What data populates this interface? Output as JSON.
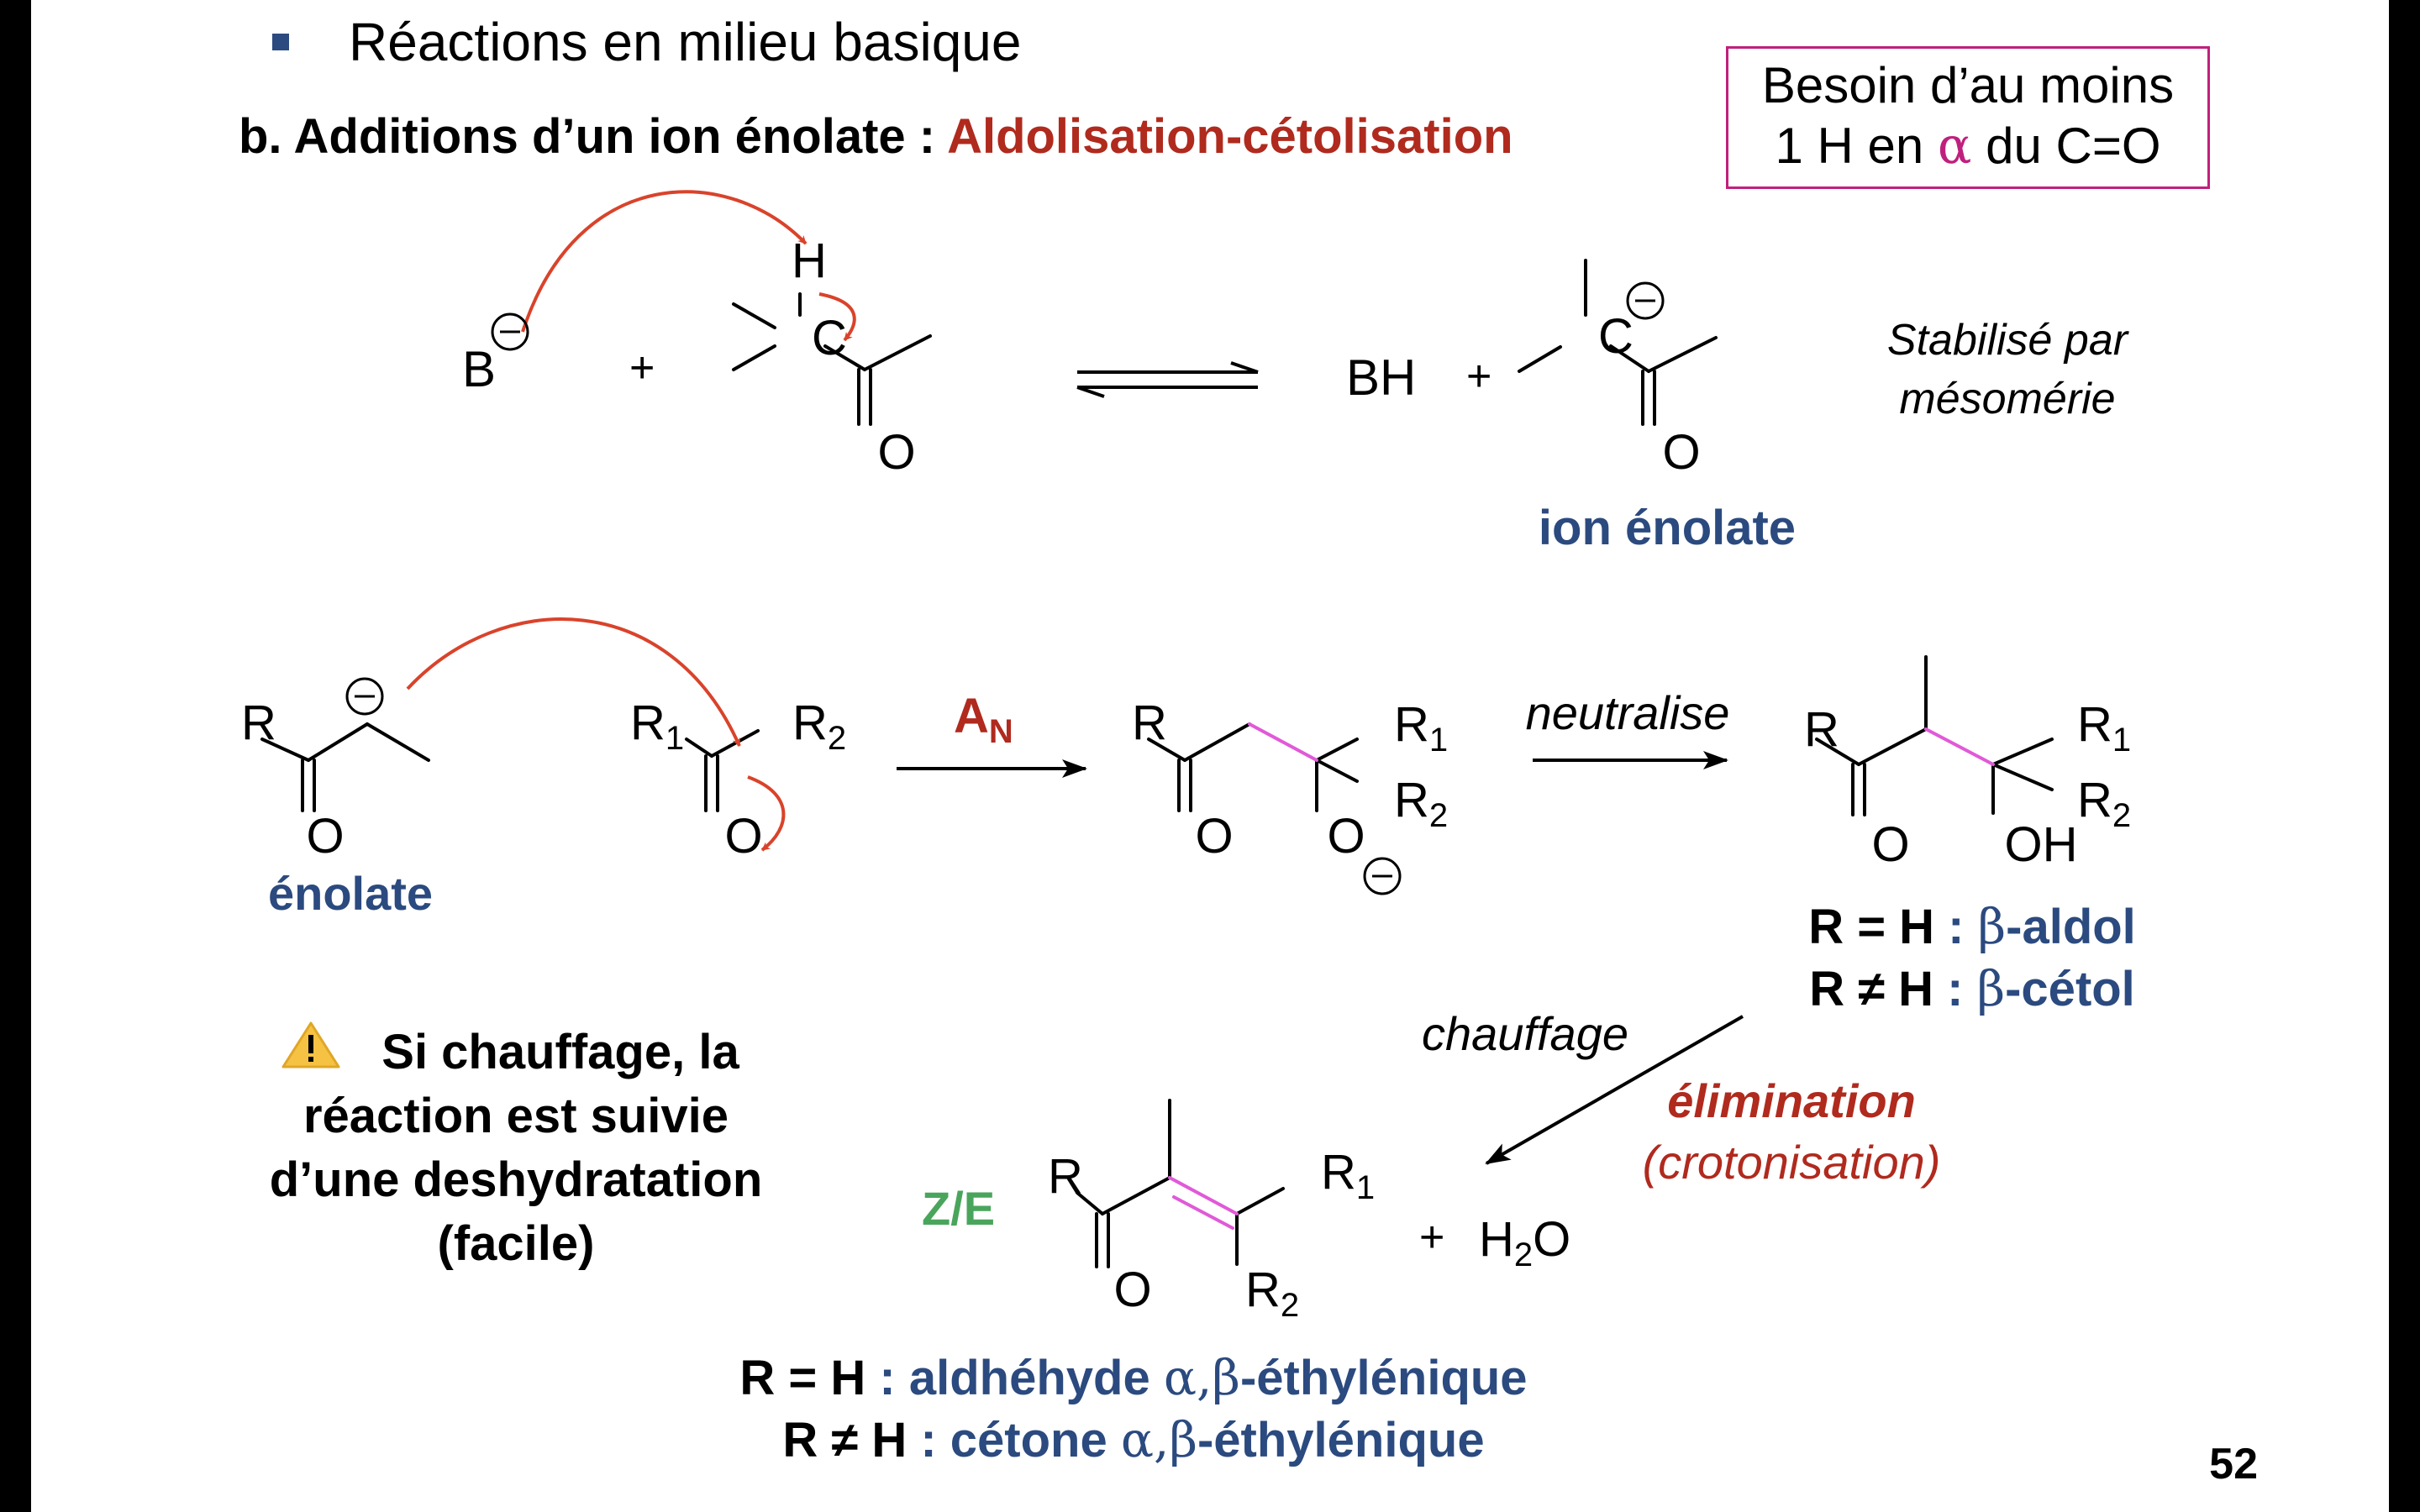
{
  "slide": {
    "bullet_title": "Réactions en milieu basique",
    "section_prefix": "b. Additions d’un ion énolate : ",
    "section_highlight": "Aldolisation-cétolisation",
    "box_line1": "Besoin d’au moins",
    "box_line2_a": "1 H en ",
    "box_line2_alpha": "α",
    "box_line2_b": " du C=O",
    "page_number": "52"
  },
  "reaction1": {
    "base": "B",
    "plus1": "+",
    "H": "H",
    "C": "C",
    "O": "O",
    "BH": "BH",
    "plus2": "+",
    "C2": "C",
    "O2": "O",
    "product_label": "ion énolate",
    "note_line1": "Stabilisé par",
    "note_line2": "mésomérie"
  },
  "reaction2": {
    "R": "R",
    "O": "O",
    "enolate_label": "énolate",
    "R1": "R",
    "R1_sub": "1",
    "R2": "R",
    "R2_sub": "2",
    "O2": "O",
    "arrow_label_A": "A",
    "arrow_label_sub": "N",
    "int_R": "R",
    "int_O": "O",
    "int_O2": "O",
    "int_R1": "R",
    "int_R1_sub": "1",
    "int_R2": "R",
    "int_R2_sub": "2",
    "neutralise": "neutralise",
    "prod_R": "R",
    "prod_O": "O",
    "prod_OH": "OH",
    "prod_R1": "R",
    "prod_R1_sub": "1",
    "prod_R2": "R",
    "prod_R2_sub": "2",
    "aldol_a": "R = H",
    "aldol_b": " : ",
    "aldol_beta": "β",
    "aldol_c": "-aldol",
    "cetol_a": "R ≠ H",
    "cetol_b": " : ",
    "cetol_beta": "β",
    "cetol_c": "-cétol"
  },
  "reaction3": {
    "chauffage": "chauffage",
    "elimination": "élimination",
    "crotonisation": "(crotonisation)",
    "warn_line1": "Si chauffage, la",
    "warn_line2": "réaction est suivie",
    "warn_line3": "d’une deshydratation",
    "warn_line4": "(facile)",
    "ze": "Z/E",
    "R": "R",
    "O": "O",
    "R1": "R",
    "R1_sub": "1",
    "R2": "R",
    "R2_sub": "2",
    "plus": "+",
    "H": "H",
    "H_sub": "2",
    "Oxy": "O",
    "res1_a": "R = H",
    "res1_b": " : aldhéhyde ",
    "res1_ab": "α,β",
    "res1_c": "-éthylénique",
    "res2_a": "R ≠ H",
    "res2_b": " : cétone ",
    "res2_ab": "α,β",
    "res2_c": "-éthylénique"
  },
  "colors": {
    "accent_red": "#b02a1e",
    "accent_blue": "#2b4a7f",
    "accent_magenta": "#c0207d",
    "accent_green": "#4aa55c",
    "arrow_red": "#d9432b"
  },
  "icons": [
    "warning-icon",
    "bullet-square"
  ]
}
